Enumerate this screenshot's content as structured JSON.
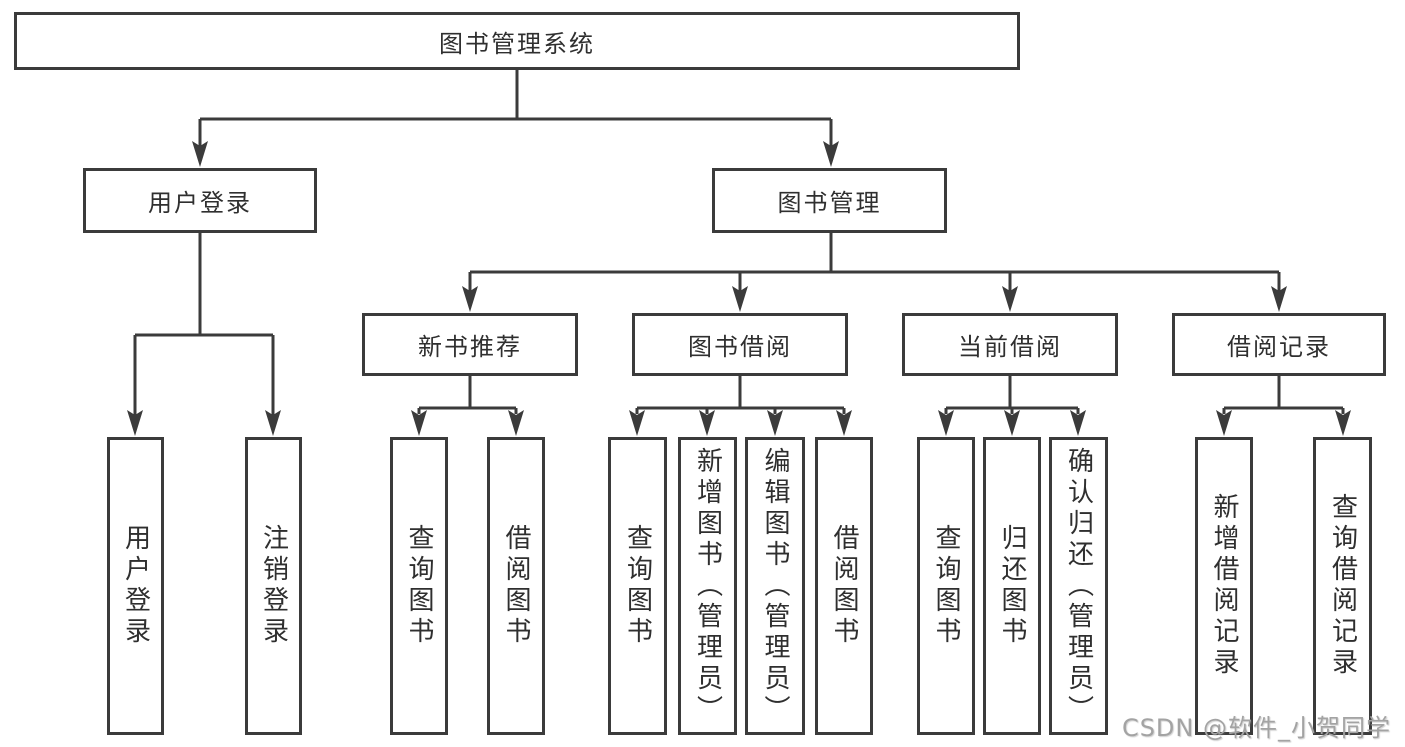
{
  "diagram": {
    "title_node": "图书管理系统",
    "level2": [
      "用户登录",
      "图书管理"
    ],
    "level3": [
      "新书推荐",
      "图书借阅",
      "当前借阅",
      "借阅记录"
    ],
    "leaves": {
      "user_login": [
        "用户登录",
        "注销登录"
      ],
      "new_book_recommend": [
        "查询图书",
        "借阅图书"
      ],
      "book_borrow": [
        "查询图书",
        "新增图书（管理员）",
        "编辑图书（管理员）",
        "借阅图书"
      ],
      "current_borrow": [
        "查询图书",
        "归还图书",
        "确认归还（管理员）"
      ],
      "borrow_records": [
        "新增借阅记录",
        "查询借阅记录"
      ]
    }
  },
  "watermark": "CSDN @软件_小贺同学",
  "colors": {
    "line": "#3b3b3b",
    "box_border": "#3b3b3b",
    "text": "#2f2f2f",
    "watermark": "#a3a3a3",
    "background": "#ffffff"
  }
}
